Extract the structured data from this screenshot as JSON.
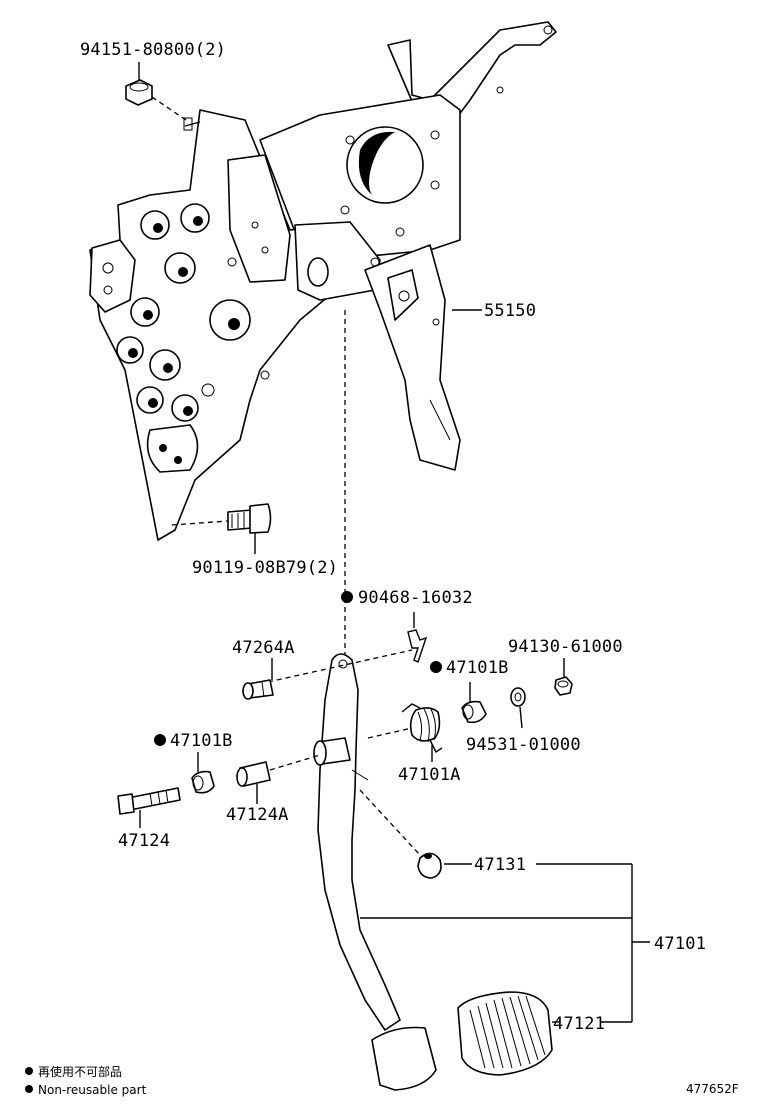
{
  "diagram": {
    "ref_code": "477652F",
    "legend": {
      "ja": "再使用不可部品",
      "en": "Non-reusable part"
    },
    "parts": [
      {
        "id": "nut_top",
        "label": "94151-80800(2)",
        "non_reusable": false
      },
      {
        "id": "bracket",
        "label": "55150",
        "non_reusable": false
      },
      {
        "id": "bolt_lower",
        "label": "90119-08B79(2)",
        "non_reusable": false
      },
      {
        "id": "clip",
        "label": "90468-16032",
        "non_reusable": true
      },
      {
        "id": "pin",
        "label": "47264A",
        "non_reusable": false
      },
      {
        "id": "bush_right",
        "label": "47101B",
        "non_reusable": true
      },
      {
        "id": "nut_right",
        "label": "94130-61000",
        "non_reusable": false
      },
      {
        "id": "washer",
        "label": "94531-01000",
        "non_reusable": false
      },
      {
        "id": "spring",
        "label": "47101A",
        "non_reusable": false
      },
      {
        "id": "bush_left",
        "label": "47101B",
        "non_reusable": true
      },
      {
        "id": "bolt_pivot",
        "label": "47124",
        "non_reusable": false
      },
      {
        "id": "collar",
        "label": "47124A",
        "non_reusable": false
      },
      {
        "id": "stopper",
        "label": "47131",
        "non_reusable": false
      },
      {
        "id": "pedal_assy",
        "label": "47101",
        "non_reusable": false
      },
      {
        "id": "pad",
        "label": "47121",
        "non_reusable": false
      }
    ]
  }
}
